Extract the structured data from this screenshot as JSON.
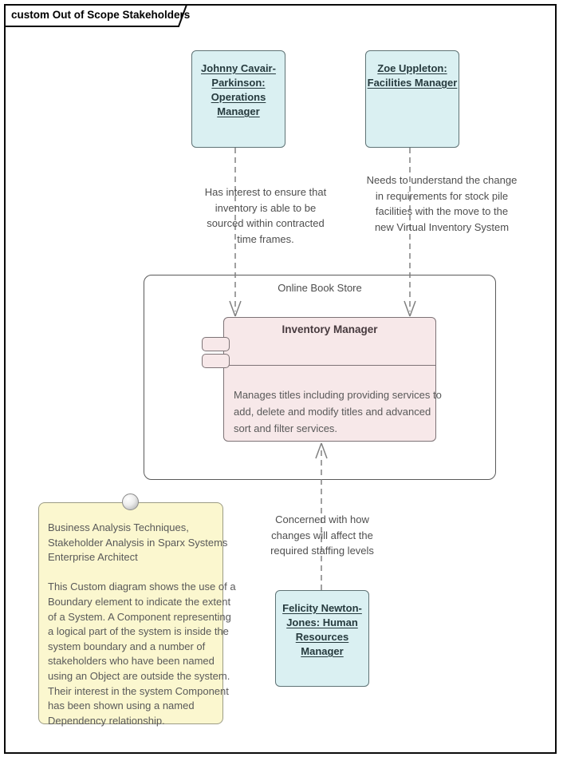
{
  "diagram": {
    "frame_label": "custom Out of Scope Stakeholders",
    "boundary_label": "Online Book Store",
    "component": {
      "name": "Inventory Manager",
      "description": "Manages titles including providing services to\nadd, delete and modify titles and advanced\nsort and filter services."
    },
    "stakeholders": [
      {
        "name": "Johnny Cavair-\nParkinson:\nOperations\nManager"
      },
      {
        "name": "Zoe Uppleton:\nFacilities Manager"
      },
      {
        "name": "Felicity Newton-\nJones: Human\nResources\nManager"
      }
    ],
    "dependencies": [
      {
        "from": "Johnny Cavair-Parkinson",
        "to": "Inventory Manager",
        "label": "Has interest to ensure that\ninventory is able to be\nsourced within contracted\ntime frames."
      },
      {
        "from": "Zoe Uppleton",
        "to": "Inventory Manager",
        "label": "Needs to understand the change\nin requirements for stock pile\nfacilities with the move to the\nnew Virtual Inventory System"
      },
      {
        "from": "Felicity Newton-Jones",
        "to": "Inventory Manager",
        "label": "Concerned with how\nchanges will affect the\nrequired staffing levels"
      }
    ],
    "note_text": "Business Analysis Techniques,\nStakeholder Analysis in Sparx Systems\nEnterprise Architect\n\nThis Custom diagram shows the use of a\nBoundary element to indicate the extent\nof a System. A Component representing\na logical part of the system is inside the\nsystem boundary and a number of\nstakeholders who have been named\nusing an Object are outside the system.\nTheir interest in the system Component\nhas been shown using a named\nDependency relationship."
  },
  "colors": {
    "stakeholder_fill": "#daf0f2",
    "stakeholder_border": "#5f7375",
    "component_fill": "#f7e8e9",
    "component_border": "#7d7376",
    "note_fill": "#fbf7cf",
    "note_border": "#9c9c85",
    "boundary_border": "#5a5a5a",
    "link_line": "#808080",
    "frame_border": "#0a0a0a"
  }
}
